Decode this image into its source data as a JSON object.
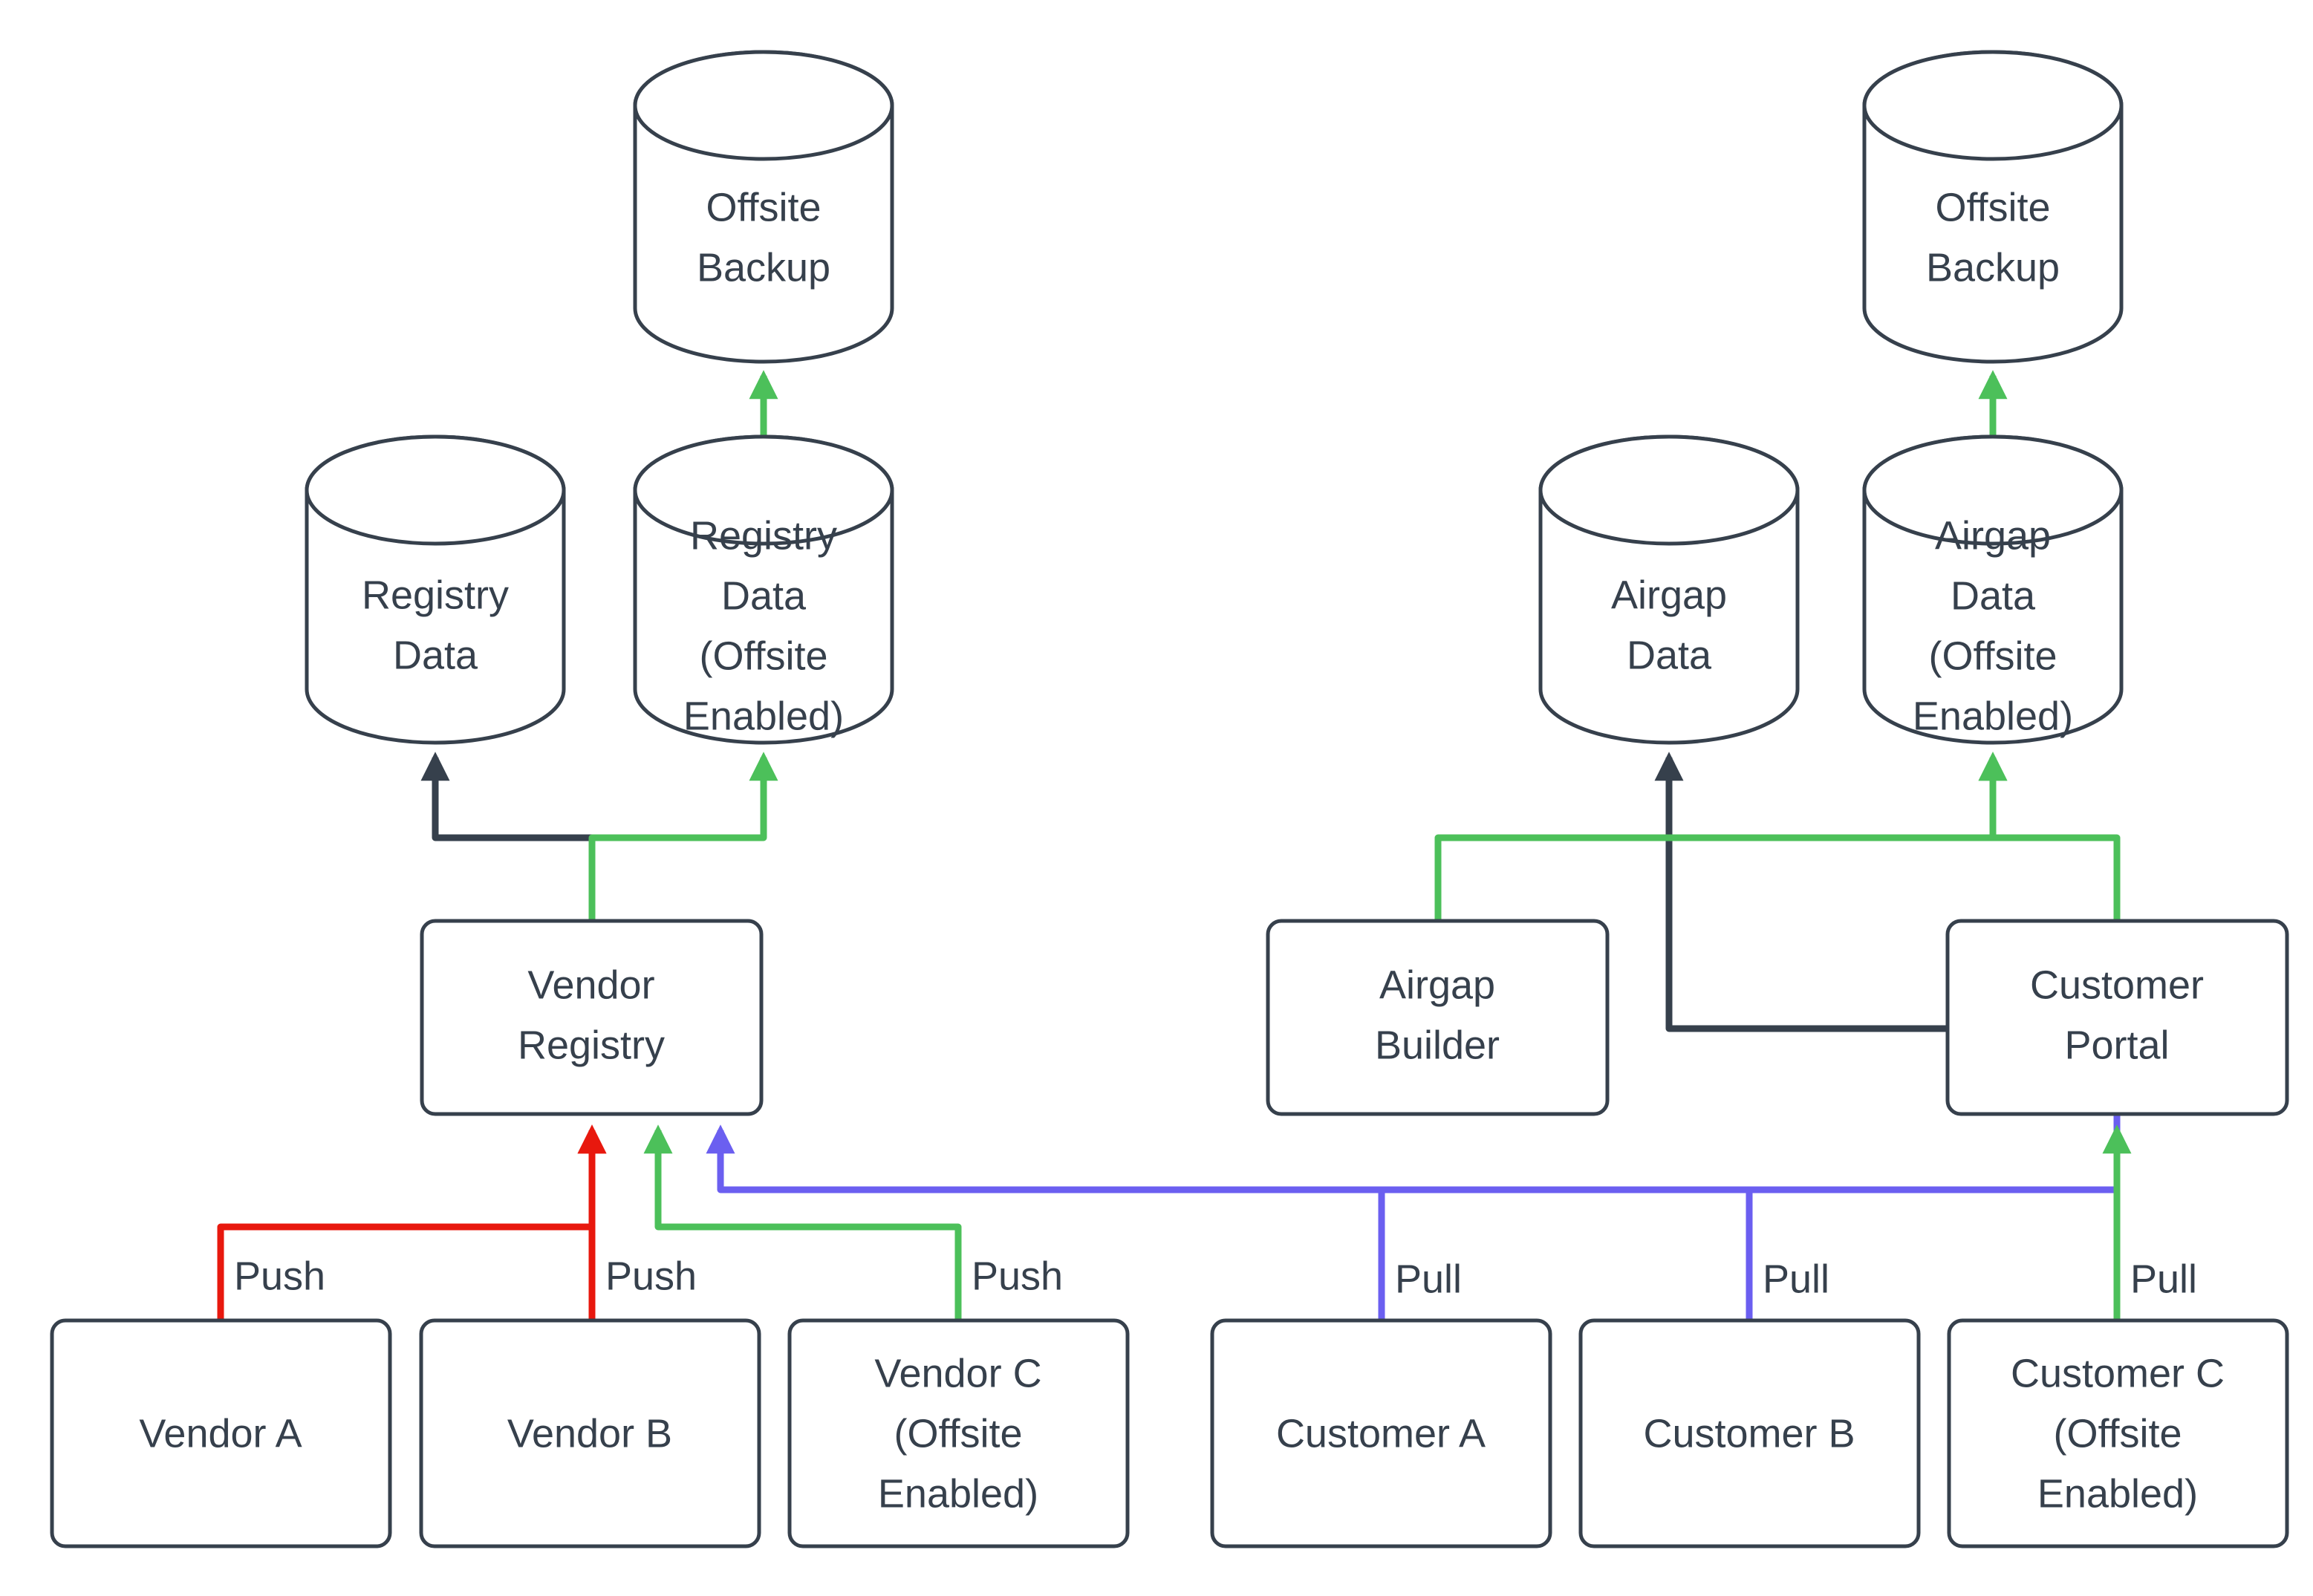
{
  "diagram": {
    "title": "Vendor registry and customer airgap data flow",
    "colors": {
      "node_stroke": "#36404C",
      "node_fill": "#FFFFFF",
      "text": "#36404C",
      "push_red": "#E8180E",
      "push_green": "#4CC05A",
      "pull_purple": "#6B5FF0",
      "dark_flow": "#36404C",
      "background": "#FFFFFF"
    },
    "nodes": [
      {
        "id": "offsite_backup_left",
        "type": "cylinder",
        "lines": [
          "Offsite",
          "Backup"
        ]
      },
      {
        "id": "registry_data",
        "type": "cylinder",
        "lines": [
          "Registry",
          "Data"
        ]
      },
      {
        "id": "registry_data_offsite",
        "type": "cylinder",
        "lines": [
          "Registry",
          "Data",
          "(Offsite",
          "Enabled)"
        ]
      },
      {
        "id": "vendor_registry",
        "type": "box",
        "lines": [
          "Vendor",
          "Registry"
        ]
      },
      {
        "id": "vendor_a",
        "type": "box",
        "lines": [
          "Vendor A"
        ]
      },
      {
        "id": "vendor_b",
        "type": "box",
        "lines": [
          "Vendor B"
        ]
      },
      {
        "id": "vendor_c",
        "type": "box",
        "lines": [
          "Vendor C",
          "(Offsite",
          "Enabled)"
        ]
      },
      {
        "id": "offsite_backup_right",
        "type": "cylinder",
        "lines": [
          "Offsite",
          "Backup"
        ]
      },
      {
        "id": "airgap_data",
        "type": "cylinder",
        "lines": [
          "Airgap",
          "Data"
        ]
      },
      {
        "id": "airgap_data_offsite",
        "type": "cylinder",
        "lines": [
          "Airgap",
          "Data",
          "(Offsite",
          "Enabled)"
        ]
      },
      {
        "id": "airgap_builder",
        "type": "box",
        "lines": [
          "Airgap",
          "Builder"
        ]
      },
      {
        "id": "customer_portal",
        "type": "box",
        "lines": [
          "Customer",
          "Portal"
        ]
      },
      {
        "id": "customer_a",
        "type": "box",
        "lines": [
          "Customer A"
        ]
      },
      {
        "id": "customer_b",
        "type": "box",
        "lines": [
          "Customer B"
        ]
      },
      {
        "id": "customer_c",
        "type": "box",
        "lines": [
          "Customer C",
          "(Offsite",
          "Enabled)"
        ]
      }
    ],
    "edge_labels": {
      "vendor_a_push": "Push",
      "vendor_b_push": "Push",
      "vendor_c_push": "Push",
      "customer_a_pull": "Pull",
      "customer_b_pull": "Pull",
      "customer_c_pull": "Pull"
    },
    "edges": [
      {
        "from": "registry_data_offsite",
        "to": "offsite_backup_left",
        "color": "push_green",
        "label": ""
      },
      {
        "from": "vendor_registry",
        "to": "registry_data",
        "color": "dark_flow",
        "label": ""
      },
      {
        "from": "vendor_registry",
        "to": "registry_data_offsite",
        "color": "push_green",
        "label": ""
      },
      {
        "from": "vendor_a",
        "to": "vendor_registry",
        "color": "push_red",
        "label": "Push"
      },
      {
        "from": "vendor_b",
        "to": "vendor_registry",
        "color": "push_red",
        "label": "Push"
      },
      {
        "from": "vendor_c",
        "to": "vendor_registry",
        "color": "push_green",
        "label": "Push"
      },
      {
        "from": "customer_portal",
        "to": "vendor_registry",
        "color": "pull_purple",
        "label": ""
      },
      {
        "from": "airgap_data_offsite",
        "to": "offsite_backup_right",
        "color": "push_green",
        "label": ""
      },
      {
        "from": "customer_portal",
        "to": "airgap_data",
        "color": "dark_flow",
        "label": ""
      },
      {
        "from": "airgap_builder",
        "to": "airgap_data_offsite",
        "color": "push_green",
        "label": ""
      },
      {
        "from": "customer_portal",
        "to": "airgap_data_offsite",
        "color": "push_green",
        "label": ""
      },
      {
        "from": "customer_a",
        "to": "customer_portal",
        "color": "pull_purple",
        "label": "Pull"
      },
      {
        "from": "customer_b",
        "to": "customer_portal",
        "color": "pull_purple",
        "label": "Pull"
      },
      {
        "from": "customer_c",
        "to": "customer_portal",
        "color": "push_green",
        "label": "Pull"
      }
    ]
  }
}
